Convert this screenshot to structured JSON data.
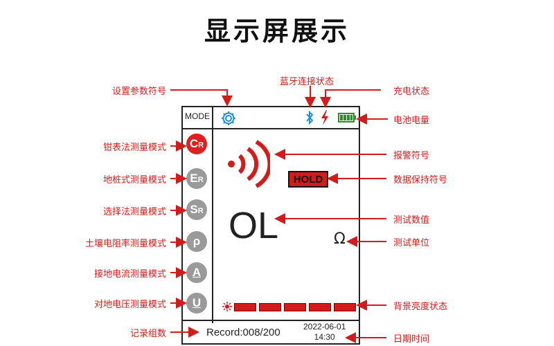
{
  "title": "显示屏展示",
  "screen": {
    "mode_label": "MODE",
    "modes": [
      {
        "main": "C",
        "sub": "R",
        "active": true
      },
      {
        "main": "E",
        "sub": "R",
        "active": false
      },
      {
        "main": "S",
        "sub": "R",
        "active": false
      },
      {
        "main": "ρ",
        "sub": "",
        "active": false
      },
      {
        "main": "A",
        "sub": "",
        "active": false
      },
      {
        "main": "U",
        "sub": "",
        "active": false
      }
    ],
    "hold": "HOLD",
    "value": "OL",
    "unit": "Ω",
    "record": "Record:008/200",
    "date": "2022-06-01",
    "time": "14:30",
    "backlight_segments": 5
  },
  "labels": {
    "settings": "设置参数符号",
    "bluetooth": "蓝牙连接状态",
    "charging": "充电状态",
    "battery": "电池电量",
    "clamp_mode": "钳表法测量模式",
    "ground_pile_mode": "地桩式测量模式",
    "selective_mode": "选择法测量模式",
    "soil_resistivity_mode": "土壤电阻率测量模式",
    "ground_current_mode": "接地电流测量模式",
    "ground_voltage_mode": "对地电压测量模式",
    "record_count": "记录组数",
    "alarm": "报警符号",
    "hold": "数据保持符号",
    "value": "测试数值",
    "unit": "测试单位",
    "backlight": "背景亮度状态",
    "datetime": "日期时间"
  },
  "colors": {
    "accent": "#d21c1c",
    "bluetooth": "#1e8fd6",
    "battery": "#2e8b2e",
    "mode_inactive": "#9a9a9a"
  }
}
